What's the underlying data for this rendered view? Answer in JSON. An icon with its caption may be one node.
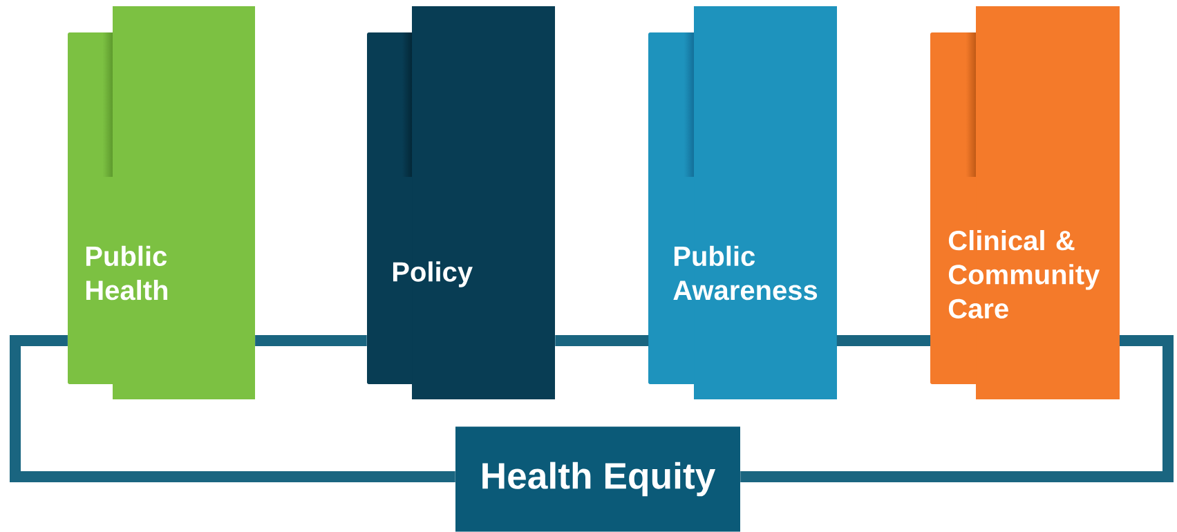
{
  "diagram": {
    "nodes": [
      {
        "text": [
          "Public Health"
        ]
      },
      {
        "text": [
          "Policy"
        ]
      },
      {
        "text": [
          "Public Awareness"
        ]
      },
      {
        "text": [
          "Clinical & Community Care"
        ]
      },
      {
        "text": [
          "Health Equity"
        ]
      }
    ],
    "edges": [
      {
        "from": 0,
        "to": 1,
        "arrow": "none"
      },
      {
        "from": 1,
        "to": 2,
        "arrow": "none"
      },
      {
        "from": 2,
        "to": 3,
        "arrow": "none"
      },
      {
        "from": 3,
        "to": 4,
        "arrow": "none"
      },
      {
        "from": 4,
        "to": 0,
        "arrow": "none"
      }
    ]
  }
}
